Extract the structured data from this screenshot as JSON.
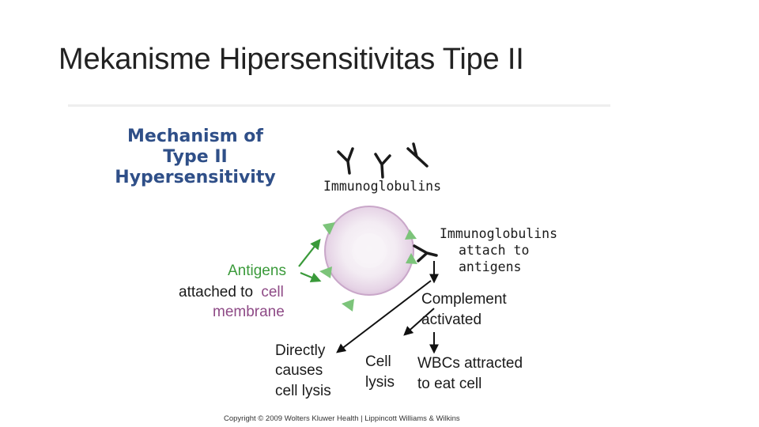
{
  "slide": {
    "title": "Mekanisme Hipersensitivitas Tipe II"
  },
  "figure": {
    "heading": [
      "Mechanism of",
      "Type II",
      "Hypersensitivity"
    ],
    "immunoglobulins_label": "Immunoglobulins",
    "attach_label": [
      "Immunoglobulins",
      "attach  to",
      "antigens"
    ],
    "antigens_label": "Antigens",
    "attached_to_label": "attached to",
    "cell_word": "cell",
    "membrane_label": "membrane",
    "complement_label": [
      "Complement",
      "activated"
    ],
    "directly_label": [
      "Directly",
      "causes",
      "cell lysis"
    ],
    "cell_lysis_label": [
      "Cell",
      "lysis"
    ],
    "wbc_label": [
      "WBCs attracted",
      "to eat cell"
    ],
    "copyright": "Copyright © 2009 Wolters Kluwer Health | Lippincott Williams & Wilkins",
    "colors": {
      "heading": "#2f4f88",
      "antigen_green": "#3a9a3a",
      "antigen_fill": "#7cc47a",
      "membrane_purple": "#8e4a86",
      "cell_fill": "#efe6ef",
      "cell_edge": "#c9a7c9"
    }
  }
}
